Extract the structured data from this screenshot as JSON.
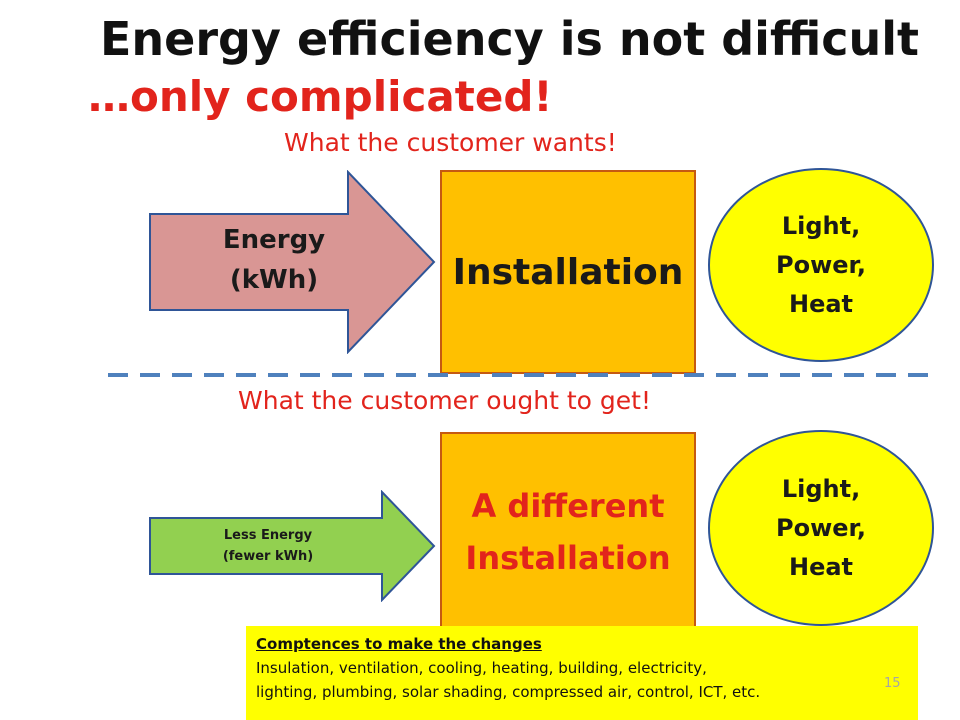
{
  "title": "Energy efficiency is not difficult",
  "subtitle": "…only complicated!",
  "top_section": {
    "caption": "What the customer wants!",
    "arrow_label_line1": "Energy",
    "arrow_label_line2": "(kWh)",
    "box_label": "Installation",
    "circle_line1": "Light,",
    "circle_line2": "Power,",
    "circle_line3": "Heat"
  },
  "bottom_section": {
    "caption": "What the customer ought to get!",
    "arrow_label_line1": "Less Energy",
    "arrow_label_line2": "(fewer kWh)",
    "box_label_line1": "A different",
    "box_label_line2": "Installation",
    "circle_line1": "Light,",
    "circle_line2": "Power,",
    "circle_line3": "Heat"
  },
  "competences": {
    "heading": "Comptences to make the changes",
    "line1": "Insulation, ventilation, cooling, heating, building, electricity,",
    "line2": "lighting, plumbing, solar shading,  compressed air,  control, ICT, etc."
  },
  "slide_number": "15",
  "colors": {
    "title": "#111111",
    "accent_red": "#e2241c",
    "installation_box": "#ffc000",
    "output_circle": "#ffff00",
    "energy_arrow": "#d99694",
    "less_energy_arrow": "#92d050",
    "divider": "#4f81bd"
  }
}
